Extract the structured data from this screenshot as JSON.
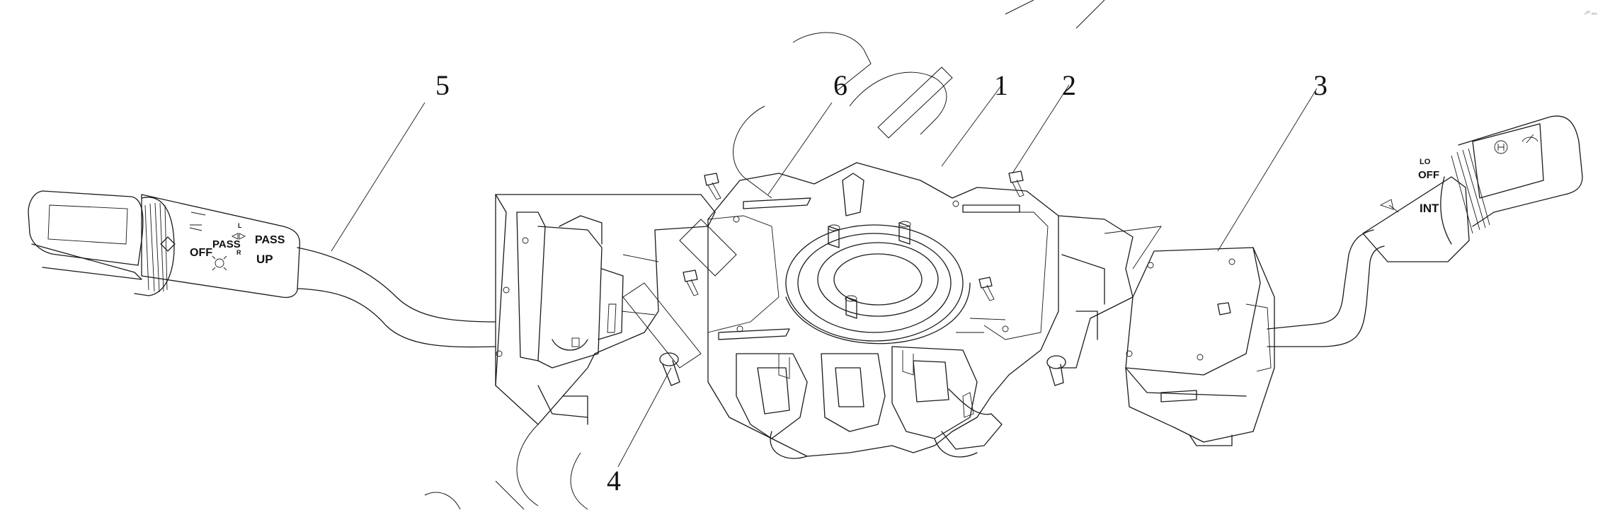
{
  "diagram": {
    "callouts": [
      "1",
      "2",
      "3",
      "4",
      "5",
      "6"
    ],
    "left_lever": {
      "labels": [
        "PASS",
        "UP",
        "OFF",
        "L",
        "R"
      ]
    },
    "right_lever": {
      "labels": [
        "OFF",
        "INT",
        "LO"
      ]
    },
    "corner_mark": "ₒᵒᵒ ₒₒₒ"
  }
}
